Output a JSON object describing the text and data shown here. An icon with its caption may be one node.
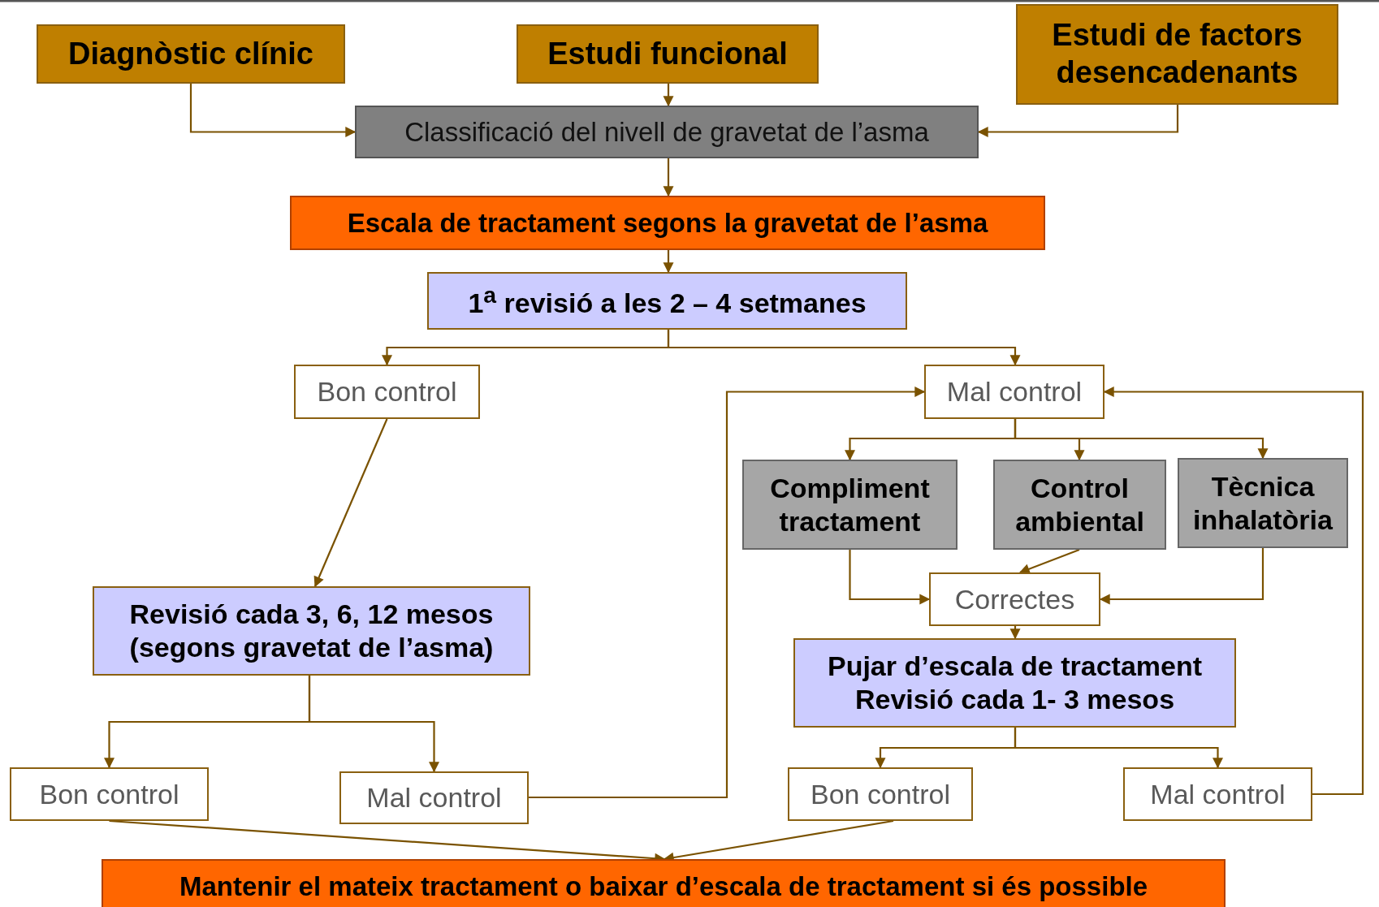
{
  "diagram": {
    "nodes": [
      {
        "text": [
          "Diagnòstic clínic"
        ]
      },
      {
        "text": [
          "Estudi funcional"
        ]
      },
      {
        "text": [
          "Estudi de factors desencadenants"
        ]
      },
      {
        "text": [
          "Classificació del nivell de gravetat de l’asma"
        ]
      },
      {
        "text": [
          "Escala de tractament segons la gravetat de l’asma"
        ]
      },
      {
        "text": [
          "1$^{a}$ revisió a les 2 – 4 setmanes"
        ]
      },
      {
        "text": [
          "Bon control"
        ]
      },
      {
        "text": [
          "Mal control"
        ]
      },
      {
        "text": [
          "Compliment tractament"
        ]
      },
      {
        "text": [
          "Control ambiental"
        ]
      },
      {
        "text": [
          "Tècnica inhalatòria"
        ]
      },
      {
        "text": [
          "Correctes"
        ]
      },
      {
        "text": [
          "Revisió cada 3, 6, 12 mesos (segons gravetat de l’asma)"
        ]
      },
      {
        "text": [
          "Pujar d’escala de tractament Revisió cada 1- 3 mesos"
        ]
      },
      {
        "text": [
          "Bon control"
        ]
      },
      {
        "text": [
          "Mal control"
        ]
      },
      {
        "text": [
          "Bon control"
        ]
      },
      {
        "text": [
          "Mal  control"
        ]
      },
      {
        "text": [
          "Mantenir el mateix tractament o baixar d’escala de tractament si és possible"
        ]
      }
    ],
    "edges": [
      {
        "from": 0,
        "to": 3,
        "arrow": "to"
      },
      {
        "from": 1,
        "to": 3,
        "arrow": "to"
      },
      {
        "from": 2,
        "to": 3,
        "arrow": "to"
      },
      {
        "from": 3,
        "to": 4,
        "arrow": "to"
      },
      {
        "from": 4,
        "to": 5,
        "arrow": "to"
      },
      {
        "from": 5,
        "to": 6,
        "arrow": "to"
      },
      {
        "from": 5,
        "to": 7,
        "arrow": "to"
      },
      {
        "from": 6,
        "to": 12,
        "arrow": "to"
      },
      {
        "from": 7,
        "to": 8,
        "arrow": "to"
      },
      {
        "from": 7,
        "to": 9,
        "arrow": "to"
      },
      {
        "from": 7,
        "to": 10,
        "arrow": "to"
      },
      {
        "from": 8,
        "to": 11,
        "arrow": "to"
      },
      {
        "from": 9,
        "to": 11,
        "arrow": "to"
      },
      {
        "from": 10,
        "to": 11,
        "arrow": "to"
      },
      {
        "from": 11,
        "to": 13,
        "arrow": "to"
      },
      {
        "from": 12,
        "to": 14,
        "arrow": "to"
      },
      {
        "from": 12,
        "to": 15,
        "arrow": "to"
      },
      {
        "from": 13,
        "to": 16,
        "arrow": "to"
      },
      {
        "from": 13,
        "to": 17,
        "arrow": "to"
      },
      {
        "from": 15,
        "to": 7,
        "arrow": "to"
      },
      {
        "from": 17,
        "to": 7,
        "arrow": "to"
      },
      {
        "from": 14,
        "to": 18,
        "arrow": "to"
      },
      {
        "from": 16,
        "to": 18,
        "arrow": "to"
      }
    ]
  }
}
